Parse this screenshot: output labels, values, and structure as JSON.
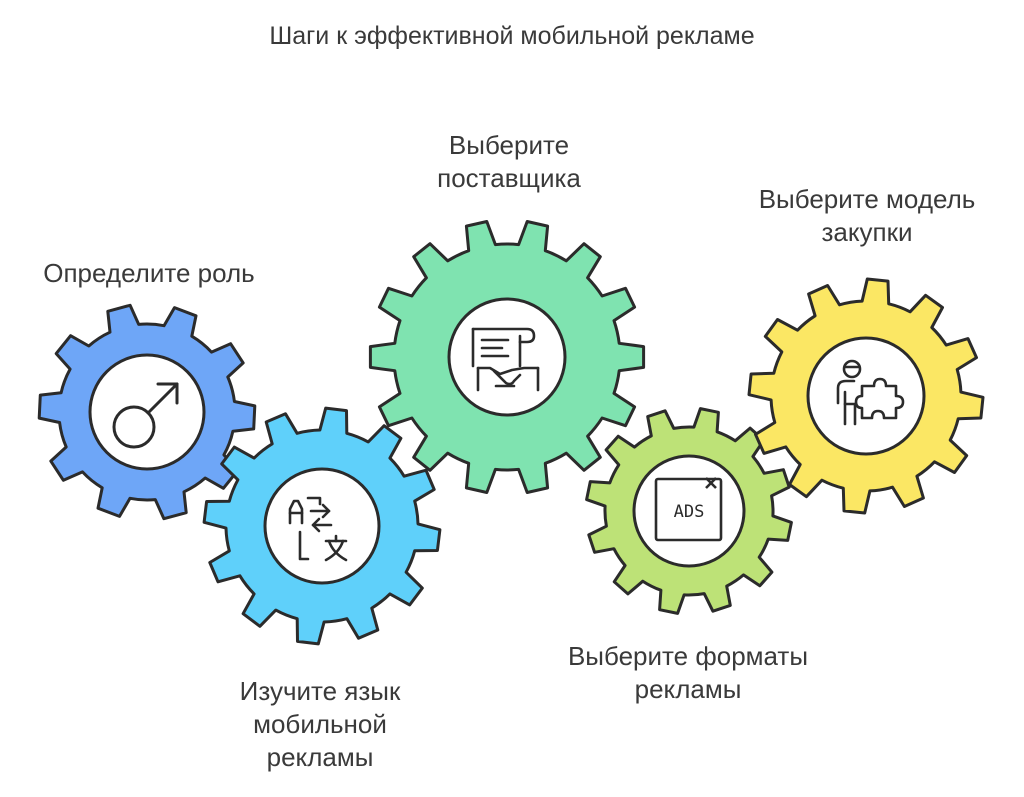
{
  "title": "Шаги к эффективной мобильной рекламе",
  "gears": [
    {
      "id": "role",
      "color": "#6ea6f7",
      "icon": "male-symbol-icon",
      "label": [
        "Определите роль"
      ]
    },
    {
      "id": "language",
      "color": "#5fd0fa",
      "icon": "translate-icon",
      "label": [
        "Изучите язык",
        "мобильной",
        "рекламы"
      ]
    },
    {
      "id": "vendor",
      "color": "#7fe3b0",
      "icon": "contract-handshake-icon",
      "label": [
        "Выберите",
        "поставщика"
      ]
    },
    {
      "id": "formats",
      "color": "#bde277",
      "icon": "ads-window-icon",
      "label": [
        "Выберите форматы",
        "рекламы"
      ]
    },
    {
      "id": "model",
      "color": "#fbe764",
      "icon": "person-puzzle-icon",
      "label": [
        "Выберите модель",
        "закупки"
      ]
    }
  ],
  "ads_text": "ADS"
}
